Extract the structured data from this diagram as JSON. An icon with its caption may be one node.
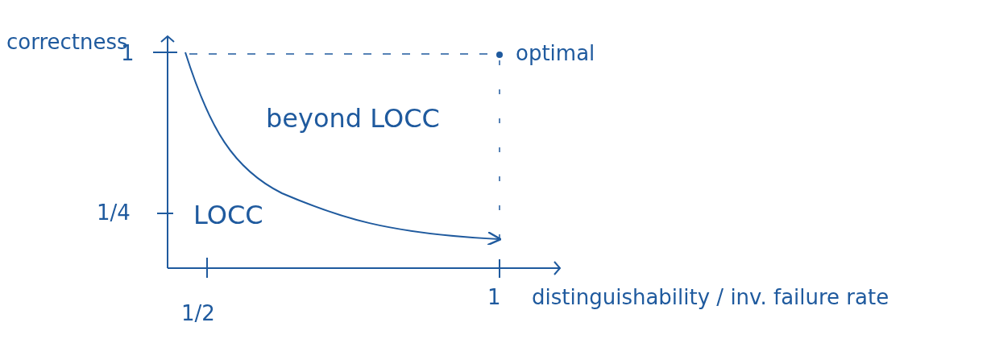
{
  "diagram": {
    "labels": [
      "correctness",
      "1",
      "optimal",
      "beyond LOCC",
      "1/4",
      "LOCC",
      "1/2",
      "1",
      "distinguishability / inv. failure rate"
    ]
  }
}
